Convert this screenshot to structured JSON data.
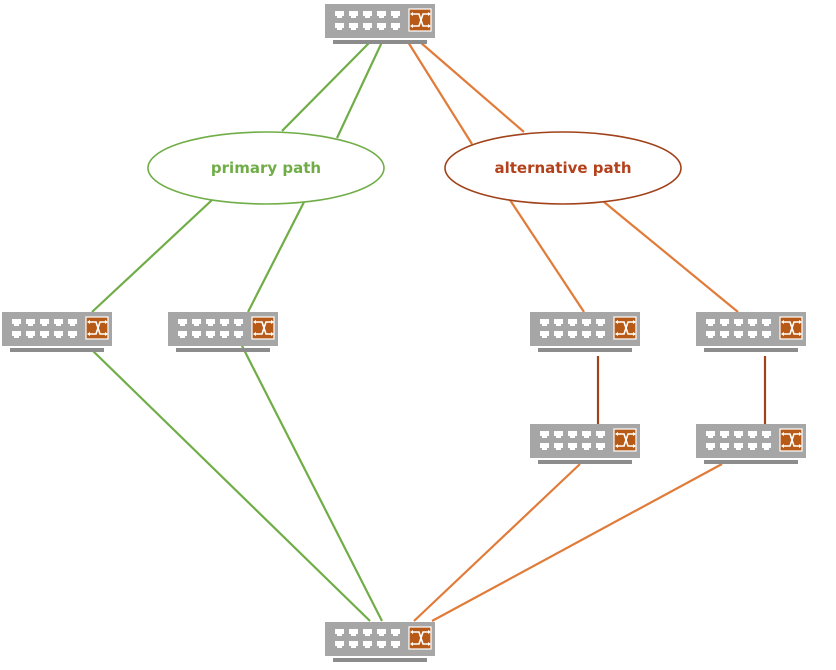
{
  "colors": {
    "primary": "#70ad47",
    "alternative": "#e07b39",
    "alternative_dark": "#a0421a",
    "alternative_text": "#b3411b",
    "switch_body": "#a6a6a6",
    "switch_base": "#8c8c8c",
    "switch_icon_bg": "#b85a17",
    "port": "#ffffff"
  },
  "labels": {
    "primary": "primary path",
    "alternative": "alternative path"
  },
  "switches": [
    {
      "id": "top",
      "icon": "network-switch-icon"
    },
    {
      "id": "left-1",
      "icon": "network-switch-icon"
    },
    {
      "id": "left-2",
      "icon": "network-switch-icon"
    },
    {
      "id": "right-upper-1",
      "icon": "network-switch-icon"
    },
    {
      "id": "right-upper-2",
      "icon": "network-switch-icon"
    },
    {
      "id": "right-lower-1",
      "icon": "network-switch-icon"
    },
    {
      "id": "right-lower-2",
      "icon": "network-switch-icon"
    },
    {
      "id": "bottom",
      "icon": "network-switch-icon"
    }
  ]
}
